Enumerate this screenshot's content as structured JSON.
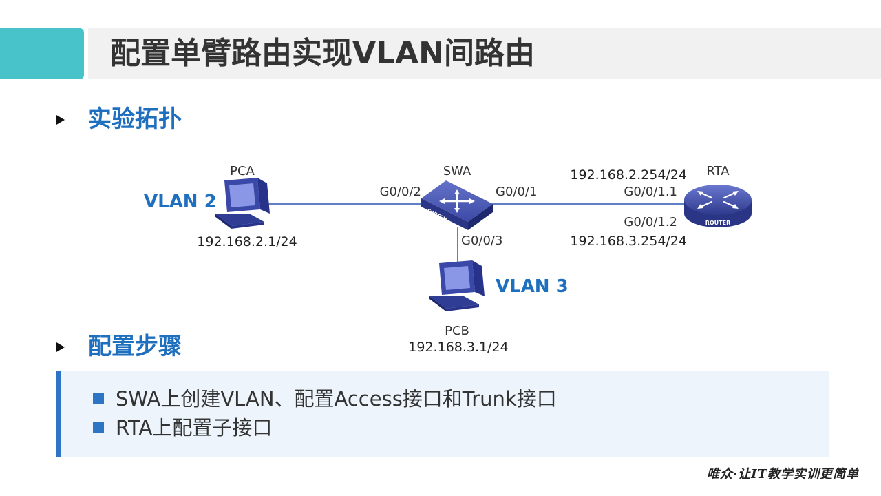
{
  "title": "配置单臂路由实现VLAN间路由",
  "sections": {
    "topology_heading": "实验拓扑",
    "steps_heading": "配置步骤"
  },
  "topology": {
    "pca": {
      "name": "PCA",
      "vlan": "VLAN 2",
      "ip": "192.168.2.1/24"
    },
    "pcb": {
      "name": "PCB",
      "vlan": "VLAN 3",
      "ip": "192.168.3.1/24"
    },
    "swa": {
      "name": "SWA",
      "badge": "SWITCH",
      "ports": {
        "to_pca": "G0/0/2",
        "to_rta": "G0/0/1",
        "to_pcb": "G0/0/3"
      }
    },
    "rta": {
      "name": "RTA",
      "badge": "ROUTER",
      "sub1_ip": "192.168.2.254/24",
      "sub1_port": "G0/0/1.1",
      "sub2_port": "G0/0/1.2",
      "sub2_ip": "192.168.3.254/24"
    }
  },
  "steps": [
    "SWA上创建VLAN、配置Access接口和Trunk接口",
    "RTA上配置子接口"
  ],
  "footer": "唯众·让IT教学实训更简单",
  "colors": {
    "accent_teal": "#48c3c9",
    "heading_blue": "#1f6fbf",
    "device_blue": "#3b4aa3",
    "steps_bg": "#edf4fc",
    "steps_border": "#2e74c4"
  }
}
